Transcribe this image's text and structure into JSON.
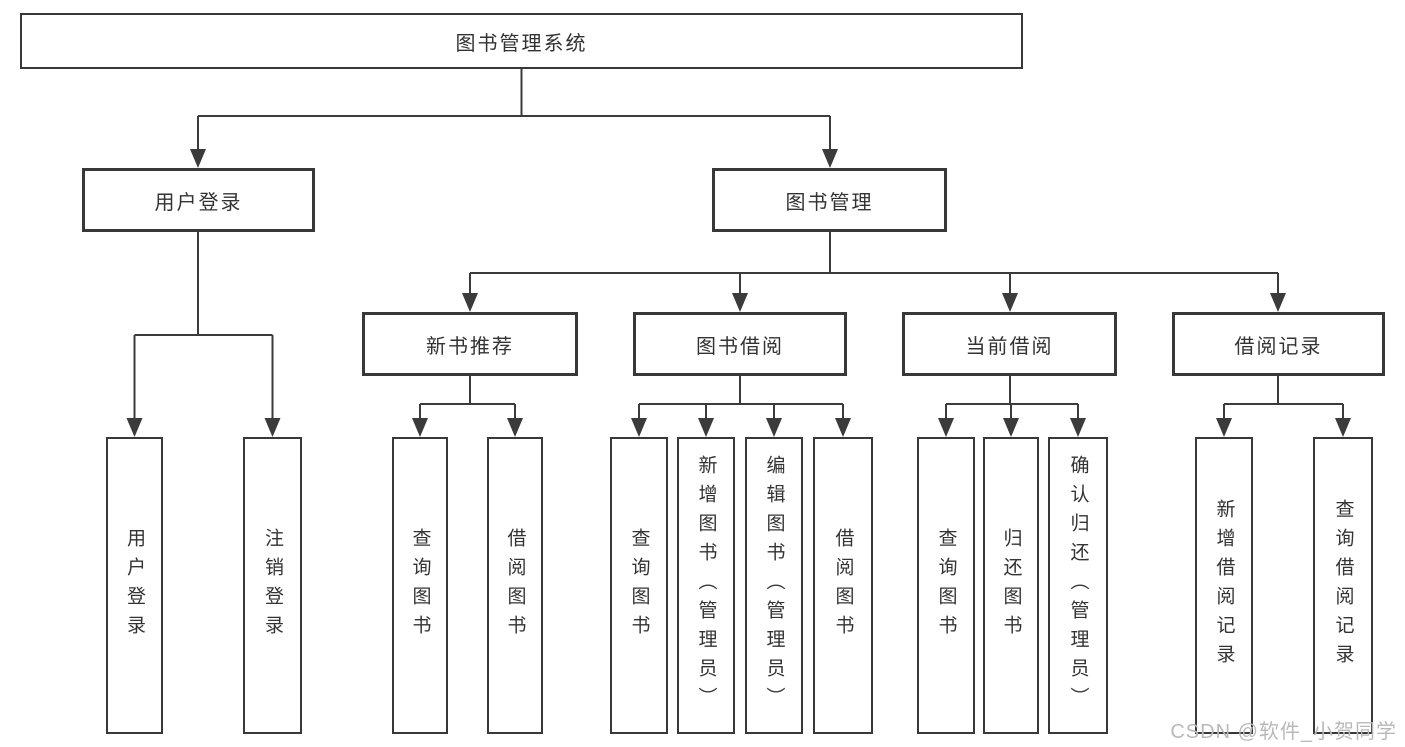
{
  "title": "图书管理系统",
  "tree": {
    "label": "图书管理系统",
    "children": [
      {
        "label": "用户登录",
        "children": [
          {
            "label": "用户登录"
          },
          {
            "label": "注销登录"
          }
        ]
      },
      {
        "label": "图书管理",
        "children": [
          {
            "label": "新书推荐",
            "children": [
              {
                "label": "查询图书"
              },
              {
                "label": "借阅图书"
              }
            ]
          },
          {
            "label": "图书借阅",
            "children": [
              {
                "label": "查询图书"
              },
              {
                "label": "新增图书（管理员）"
              },
              {
                "label": "编辑图书（管理员）"
              },
              {
                "label": "借阅图书"
              }
            ]
          },
          {
            "label": "当前借阅",
            "children": [
              {
                "label": "查询图书"
              },
              {
                "label": "归还图书"
              },
              {
                "label": "确认归还（管理员）"
              }
            ]
          },
          {
            "label": "借阅记录",
            "children": [
              {
                "label": "新增借阅记录"
              },
              {
                "label": "查询借阅记录"
              }
            ]
          }
        ]
      }
    ]
  },
  "watermark": {
    "text": "CSDN @软件_小贺同学"
  },
  "colors": {
    "line": "#3b3b3b",
    "box_border": "#383838",
    "text": "#333333",
    "watermark": "#b9b9b9",
    "background": "#ffffff"
  }
}
